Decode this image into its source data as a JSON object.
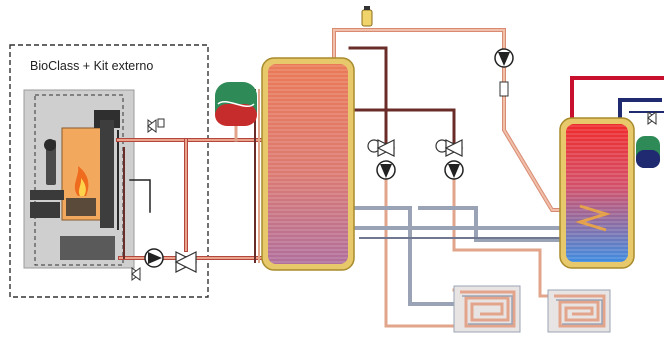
{
  "diagram": {
    "kit_label": "BioClass + Kit externo",
    "components": {
      "boiler": "boiler",
      "buffer_tank": "buffer-tank",
      "dhw_tank": "dhw-tank",
      "expansion_vessel_left": "expansion-vessel",
      "expansion_vessel_right": "expansion-vessel",
      "pumps": [
        "pump-boiler-loop",
        "pump-top-circuit",
        "pump-mix-1",
        "pump-mix-2"
      ],
      "mixing_valves": [
        "mixing-valve-1",
        "mixing-valve-2"
      ],
      "floor_heating_panels": [
        "underfloor-panel-1",
        "underfloor-panel-2"
      ]
    },
    "colors": {
      "hot_pipe": "#b3473f",
      "warm_pipe": "#e2a48a",
      "cold_pipe": "#9aa3b5",
      "dark_pipe": "#6a2c28",
      "tank_fill_top": "#e87a58",
      "tank_fill_bottom": "#b96e8f",
      "tank_frame": "#e7c86a",
      "dhw_hot": "#e8262a",
      "dhw_cold": "#3a6fbf",
      "vessel_green": "#2e8b57",
      "vessel_red": "#c72c2c",
      "navy_pipe": "#1f2a70",
      "boiler_gray": "#c9c9c9",
      "boiler_orange": "#f2a95d"
    }
  }
}
